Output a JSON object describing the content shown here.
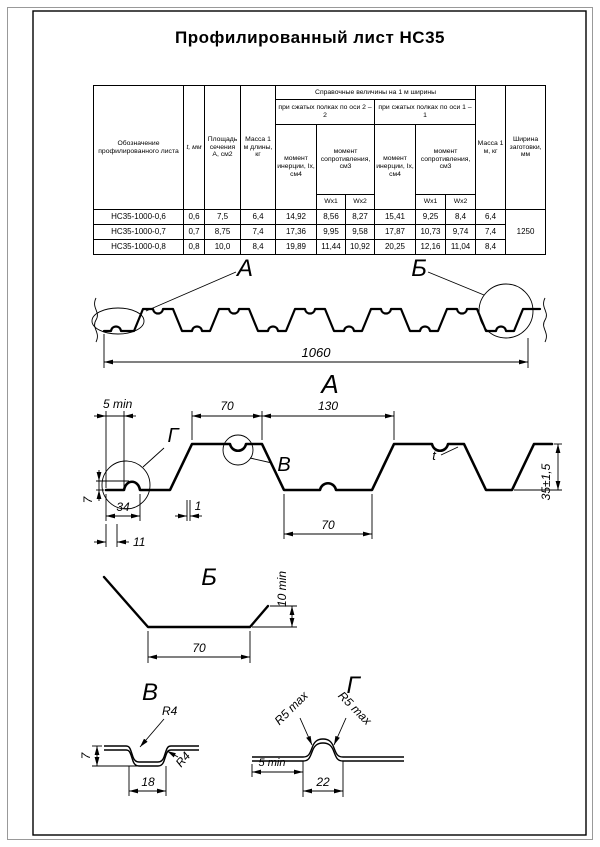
{
  "title": "Профилированный лист НС35",
  "table": {
    "headers": {
      "designation": "Обозначение профилированного листа",
      "thickness": "t, мм",
      "area": "Площадь сечения А, см2",
      "mass_per_m_length": "Масса 1 м длины, кг",
      "reference": "Справочные величины на 1 м ширины",
      "axis22": "при сжатых полках по оси 2 – 2",
      "axis11": "при сжатых полках по оси 1 – 1",
      "inertia": "момент инерции, Ix, см4",
      "resistance": "момент сопротивления, см3",
      "wx1": "Wx1",
      "wx2": "Wx2",
      "mass_per_m": "Масса 1 м, кг",
      "blank_width": "Ширина заготовки, мм"
    },
    "rows": [
      [
        "НС35-1000-0,6",
        "0,6",
        "7,5",
        "6,4",
        "14,92",
        "8,56",
        "8,27",
        "15,41",
        "9,25",
        "8,4",
        "6,4"
      ],
      [
        "НС35-1000-0,7",
        "0,7",
        "8,75",
        "7,4",
        "17,36",
        "9,95",
        "9,58",
        "17,87",
        "10,73",
        "9,74",
        "7,4"
      ],
      [
        "НС35-1000-0,8",
        "0,8",
        "10,0",
        "8,4",
        "19,89",
        "11,44",
        "10,92",
        "20,25",
        "12,16",
        "11,04",
        "8,4"
      ]
    ],
    "blank_width_value": "1250"
  },
  "overview": {
    "callout_a": "А",
    "callout_b": "Б",
    "overall_width": "1060",
    "section_label": "А"
  },
  "section_a": {
    "dim_edge_min": "5 min",
    "dim_top_flange": "70",
    "dim_pitch": "130",
    "detail_g_label": "Г",
    "detail_v_label": "В",
    "thickness_label": "t",
    "dim_34": "34",
    "dim_1": "1",
    "dim_11": "11",
    "dim_7": "7",
    "dim_bottom_flange": "70",
    "dim_height": "35±1,5"
  },
  "section_b": {
    "label": "Б",
    "dim_upstand": "10 min",
    "dim_flange": "70"
  },
  "detail_v": {
    "label": "В",
    "radius_top": "R4",
    "radius_side": "R4",
    "dim_width": "18",
    "dim_depth": "7"
  },
  "detail_g": {
    "label": "Г",
    "radius_left": "R5 max",
    "radius_right": "R5 max",
    "dim_edge_min": "5 min",
    "dim_width": "22"
  }
}
